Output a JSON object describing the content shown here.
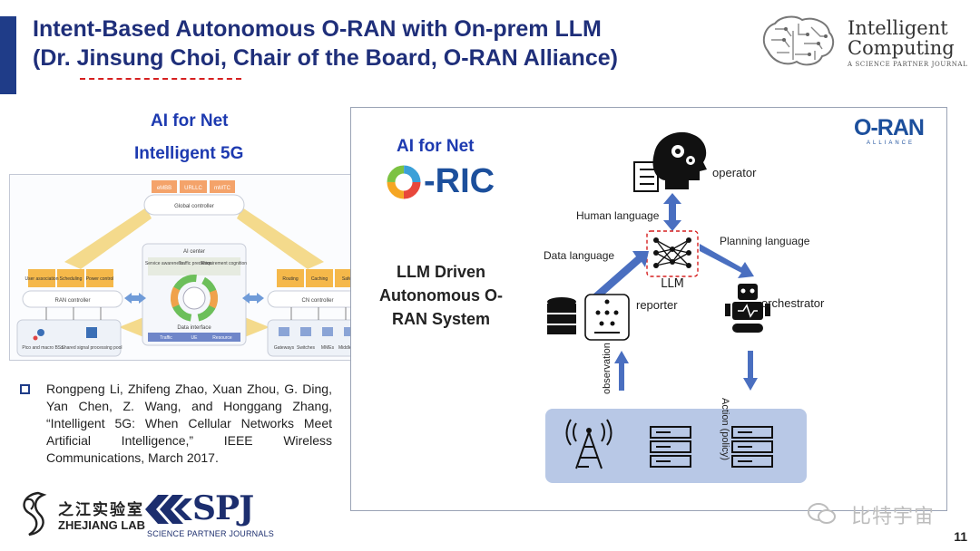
{
  "header": {
    "title_line1": "Intent-Based Autonomous O-RAN with On-prem LLM",
    "title_line2": "(Dr. Jinsung Choi,  Chair of the Board, O-RAN Alliance)"
  },
  "ic_logo": {
    "line1": "Intelligent",
    "line2": "Computing",
    "sub": "A SCIENCE PARTNER JOURNAL"
  },
  "left": {
    "ai_for_net": "AI for Net",
    "intelligent_5g": "Intelligent 5G",
    "figure": {
      "top_slices": [
        "eMBB",
        "URLLC",
        "mMTC"
      ],
      "global_controller": "Global controller",
      "ai_center": "AI center",
      "ai_tasks": [
        "Service awareness",
        "Traffic prediction",
        "Requirement cognition"
      ],
      "left_boxes": [
        "User association",
        "Scheduling",
        "Power control"
      ],
      "right_boxes": [
        "Routing",
        "Caching",
        "Safety"
      ],
      "ran_controller": "RAN controller",
      "cn_controller": "CN controller",
      "data_interface": "Data interface",
      "data_items": [
        "Traffic",
        "UE",
        "Resource"
      ],
      "left_bottom": [
        "Pico and macro BSs",
        "Shared signal processing pool"
      ],
      "right_bottom": [
        "Gateways",
        "Switches",
        "MMEs",
        "Middleboxes"
      ]
    },
    "reference": "Rongpeng Li, Zhifeng Zhao, Xuan Zhou, G. Ding, Yan Chen, Z. Wang, and Honggang Zhang, “Intelligent 5G: When Cellular Networks Meet Artificial Intelligence,” IEEE Wireless Communications, March 2017."
  },
  "logos": {
    "zj_cn": "之江实验室",
    "zj_en": "ZHEJIANG LAB",
    "spj": "SPJ",
    "spj_sub": "SCIENCE PARTNER JOURNALS"
  },
  "right": {
    "ai_for_net": "AI for Net",
    "oric": "-RIC",
    "llm_driven": "LLM Driven Autonomous O-RAN System",
    "oran": "O-RAN",
    "oran_sub": "ALLIANCE",
    "operator": "operator",
    "human_language": "Human language",
    "data_language": "Data language",
    "planning_language": "Planning language",
    "llm": "LLM",
    "reporter": "reporter",
    "orchestrator": "orchestrator",
    "observation": "observation",
    "action": "Action (policy)"
  },
  "footer": {
    "watermark": "比特宇宙",
    "page_number": "11"
  },
  "colors": {
    "title": "#1f2f7a",
    "accent": "#1d3ab0",
    "arrow": "#4a6fc0",
    "net_box": "#b8c8e6"
  }
}
